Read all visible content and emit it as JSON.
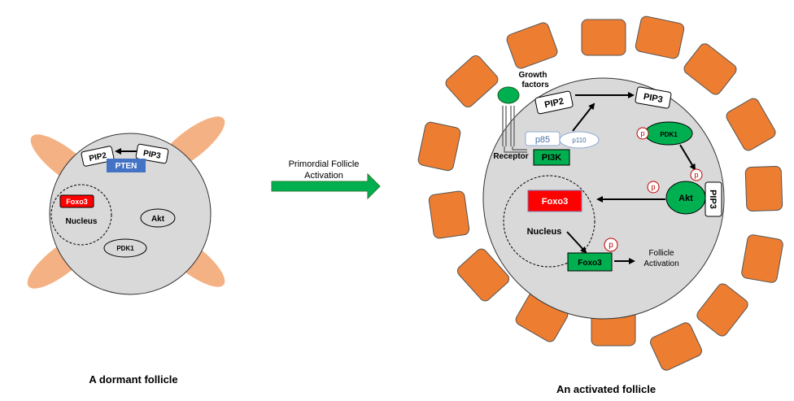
{
  "colors": {
    "granulosa_flat": "#f4b183",
    "granulosa_cuboidal": "#ed7d31",
    "oocyte_fill": "#d9d9d9",
    "pten": "#4472c4",
    "foxo3_active": "#ff0000",
    "foxo3_inactive": "#00b050",
    "green": "#00b050",
    "p_circle_stroke": "#c00000",
    "pi3k_subunit_stroke": "#8fa9d6"
  },
  "left_cell": {
    "pip2": "PIP2",
    "pip3": "PIP3",
    "pten": "PTEN",
    "foxo3": "Foxo3",
    "nucleus": "Nucleus",
    "akt": "Akt",
    "pdk1": "PDK1",
    "caption": "A dormant follicle"
  },
  "middle": {
    "arrow_label_line1": "Primordial Follicle",
    "arrow_label_line2": "Activation"
  },
  "right_cell": {
    "growth_factors_line1": "Growth",
    "growth_factors_line2": "factors",
    "receptor": "Receptor",
    "p85": "p85",
    "p110": "p110",
    "pi3k": "PI3K",
    "pip2": "PIP2",
    "pip3_top": "PIP3",
    "pdk1": "PDK1",
    "akt": "Akt",
    "pip3_side": "PIP3",
    "foxo3_nucleus": "Foxo3",
    "nucleus": "Nucleus",
    "foxo3_cyto": "Foxo3",
    "phospho": "p",
    "follicle_activation_line1": "Follicle",
    "follicle_activation_line2": "Activation",
    "caption": "An activated follicle"
  }
}
